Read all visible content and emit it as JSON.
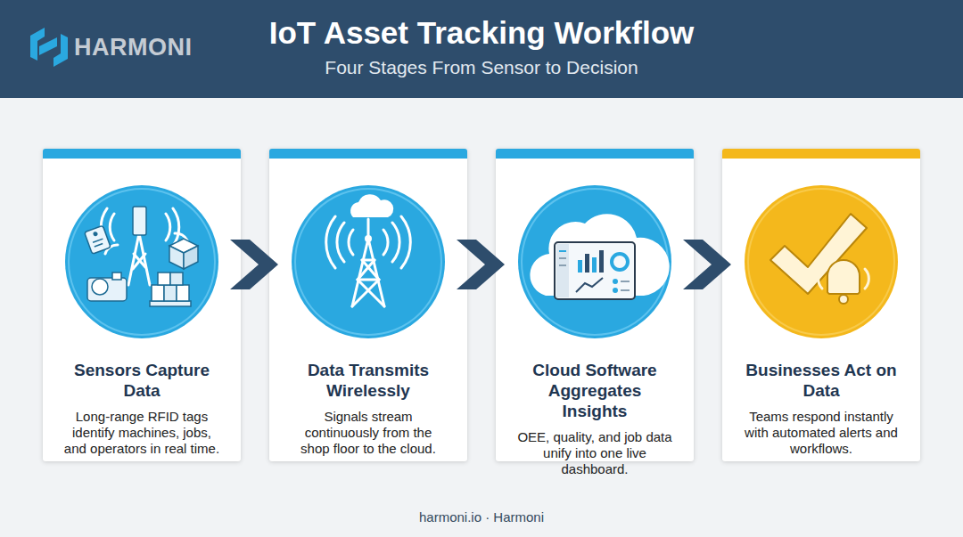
{
  "diagram": {
    "title": "IoT Asset Tracking Workflow",
    "caption": "harmoni.io · Harmoni",
    "nodes": [
      {
        "text": [
          "Sensors Capture Data",
          "Long-range RFID tags identify machines, jobs, and operators in real time."
        ]
      },
      {
        "text": [
          "Data Transmits Wirelessly",
          "Signals stream continuously from the shop floor to the cloud."
        ]
      },
      {
        "text": [
          "Cloud Software Aggregates Insights",
          "OEE, quality, and job data unify into one live dashboard."
        ]
      },
      {
        "text": [
          "Businesses Act on Data",
          "Teams respond instantly with automated alerts and workflows."
        ]
      }
    ],
    "edges": [
      {
        "from": 0,
        "to": 1,
        "arrow": "to"
      },
      {
        "from": 1,
        "to": 2,
        "arrow": "to"
      },
      {
        "from": 2,
        "to": 3,
        "arrow": "to"
      }
    ],
    "labels": [
      "HARMONI",
      "Four Stages From Sensor to Decision"
    ]
  }
}
